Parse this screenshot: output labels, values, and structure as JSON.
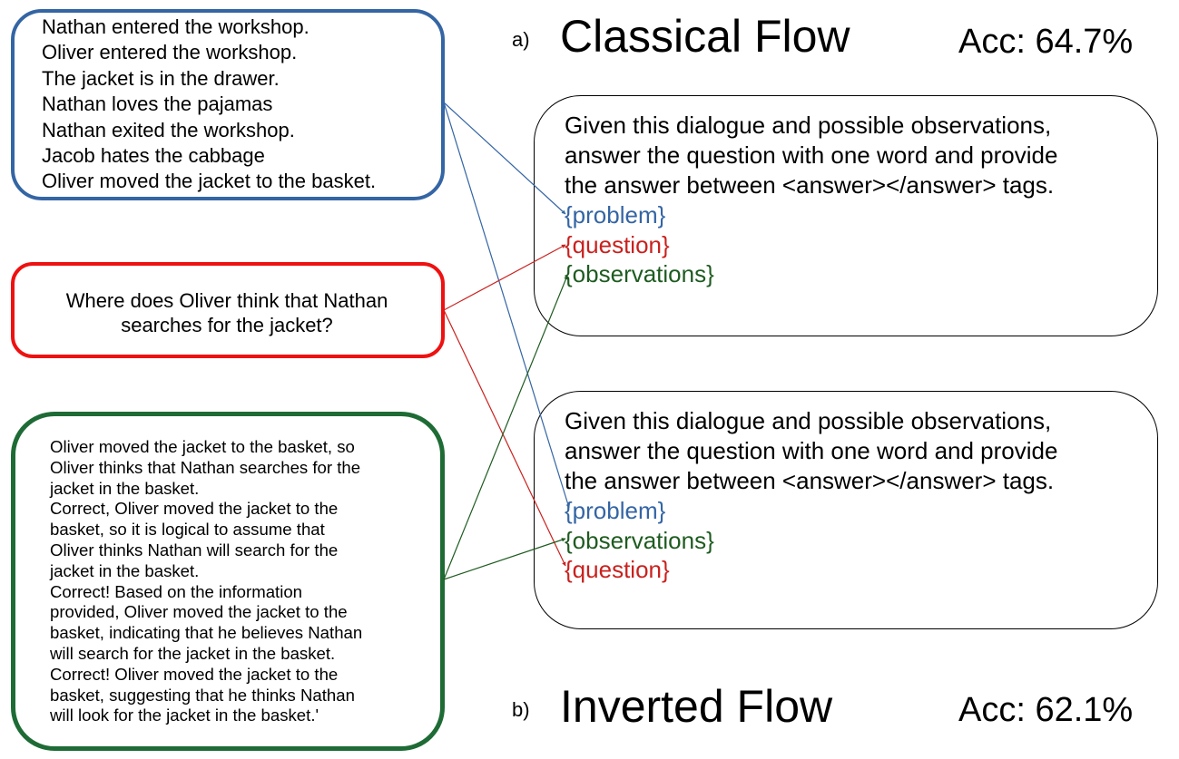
{
  "inputs": {
    "problem_lines": [
      "Nathan entered the workshop.",
      "Oliver entered the workshop.",
      "The jacket is in the drawer.",
      "Nathan loves the pajamas",
      "Nathan exited the workshop.",
      "Jacob hates the cabbage",
      "Oliver moved the jacket to the basket."
    ],
    "question_text": "Where does Oliver think that Nathan searches for the jacket?",
    "observation_lines": [
      "Oliver moved the jacket to the basket, so",
      "Oliver thinks that Nathan searches for the",
      "jacket in the basket.",
      "Correct, Oliver moved the jacket to the",
      "basket, so it is logical to assume that",
      "Oliver thinks Nathan will search for the",
      "jacket in the basket.",
      "Correct! Based on the information",
      "provided, Oliver moved the jacket to the",
      "basket, indicating that he believes Nathan",
      "will search for the jacket in the basket.",
      "Correct! Oliver moved the jacket to the",
      "basket, suggesting that he thinks Nathan",
      "will look for the jacket in the basket.'"
    ]
  },
  "classical_flow": {
    "panel_label": "a)",
    "title": "Classical Flow",
    "accuracy": "Acc: 64.7%",
    "prompt_lines": [
      "Given this dialogue and possible observations,",
      "answer the question with one word and provide",
      "the answer between <answer></answer> tags."
    ],
    "slots": [
      "{problem}",
      "{question}",
      "{observations}"
    ]
  },
  "inverted_flow": {
    "panel_label": "b)",
    "title": "Inverted Flow",
    "accuracy": "Acc: 62.1%",
    "prompt_lines": [
      "Given this dialogue and possible observations,",
      "answer the question with one word and provide",
      "the answer between <answer></answer> tags."
    ],
    "slots": [
      "{problem}",
      "{observations}",
      "{question}"
    ]
  },
  "colors": {
    "problem": "#3465a4",
    "question": "#c9211e",
    "question_border": "#ee1111",
    "observations": "#1e5b20",
    "observations_border": "#1e6b35"
  }
}
